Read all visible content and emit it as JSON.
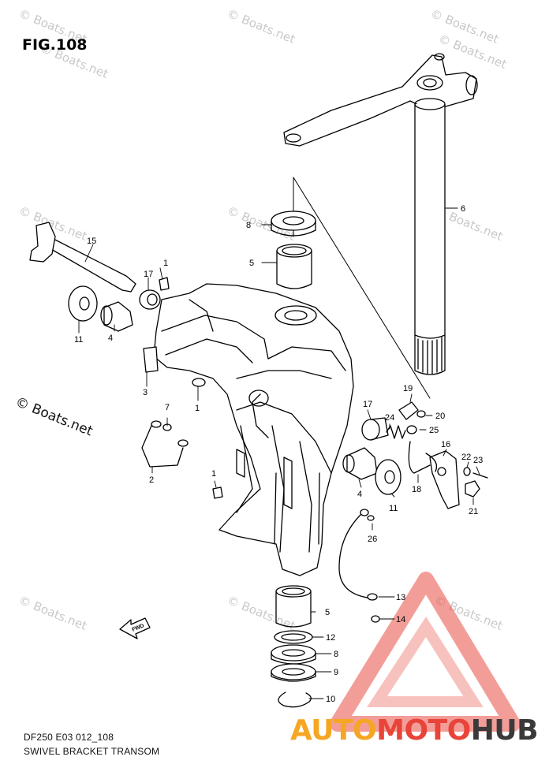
{
  "figure": {
    "title": "FIG.108",
    "code": "DF250 E03 012_108",
    "name": "SWIVEL BRACKET TRANSOM"
  },
  "watermark": "© Boats.net",
  "brand": {
    "auto": "AUTO",
    "moto": "MOTO",
    "hub": "HUB",
    "colors": {
      "auto": "#f5a623",
      "moto": "#e8443a",
      "hub": "#3a3a3a"
    }
  },
  "fwd_label": "FWD",
  "callouts": {
    "c1a": "1",
    "c1b": "1",
    "c1c": "1",
    "c2": "2",
    "c3": "3",
    "c4a": "4",
    "c4b": "4",
    "c5a": "5",
    "c5b": "5",
    "c6": "6",
    "c7": "7",
    "c8a": "8",
    "c8b": "8",
    "c9": "9",
    "c10": "10",
    "c11a": "11",
    "c11b": "11",
    "c12": "12",
    "c13": "13",
    "c14": "14",
    "c15": "15",
    "c16": "16",
    "c17a": "17",
    "c17b": "17",
    "c18": "18",
    "c19": "19",
    "c20": "20",
    "c21": "21",
    "c22": "22",
    "c23": "23",
    "c24": "24",
    "c25": "25",
    "c26": "26"
  }
}
